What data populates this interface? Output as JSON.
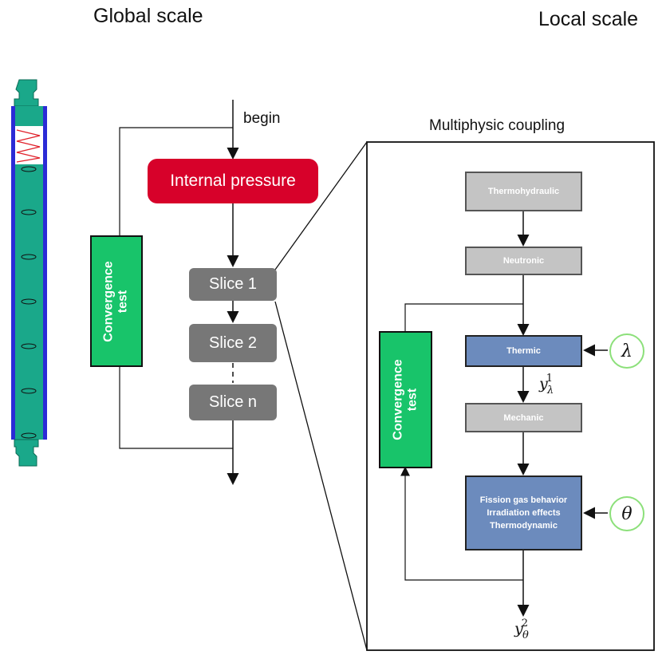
{
  "titles": {
    "global": "Global scale",
    "local": "Local scale"
  },
  "labels": {
    "begin": "begin",
    "coupling": "Multiphysic coupling"
  },
  "global": {
    "internal_pressure": "Internal pressure",
    "slices": [
      "Slice 1",
      "Slice 2",
      "Slice n"
    ],
    "convergence": "Convergence\ntest"
  },
  "local": {
    "thermohydraulic": "Thermohydraulic",
    "neutronic": "Neutronic",
    "thermic": "Thermic",
    "mechanic": "Mechanic",
    "fission_lines": [
      "Fission gas behavior",
      "Irradiation effects",
      "Thermodynamic"
    ],
    "convergence": "Convergence\ntest",
    "lambda": "λ",
    "theta": "θ"
  },
  "colors": {
    "red": "#d7012a",
    "green": "#18c46a",
    "blue": "#6c8bbd",
    "rod": "#1aa88a"
  }
}
